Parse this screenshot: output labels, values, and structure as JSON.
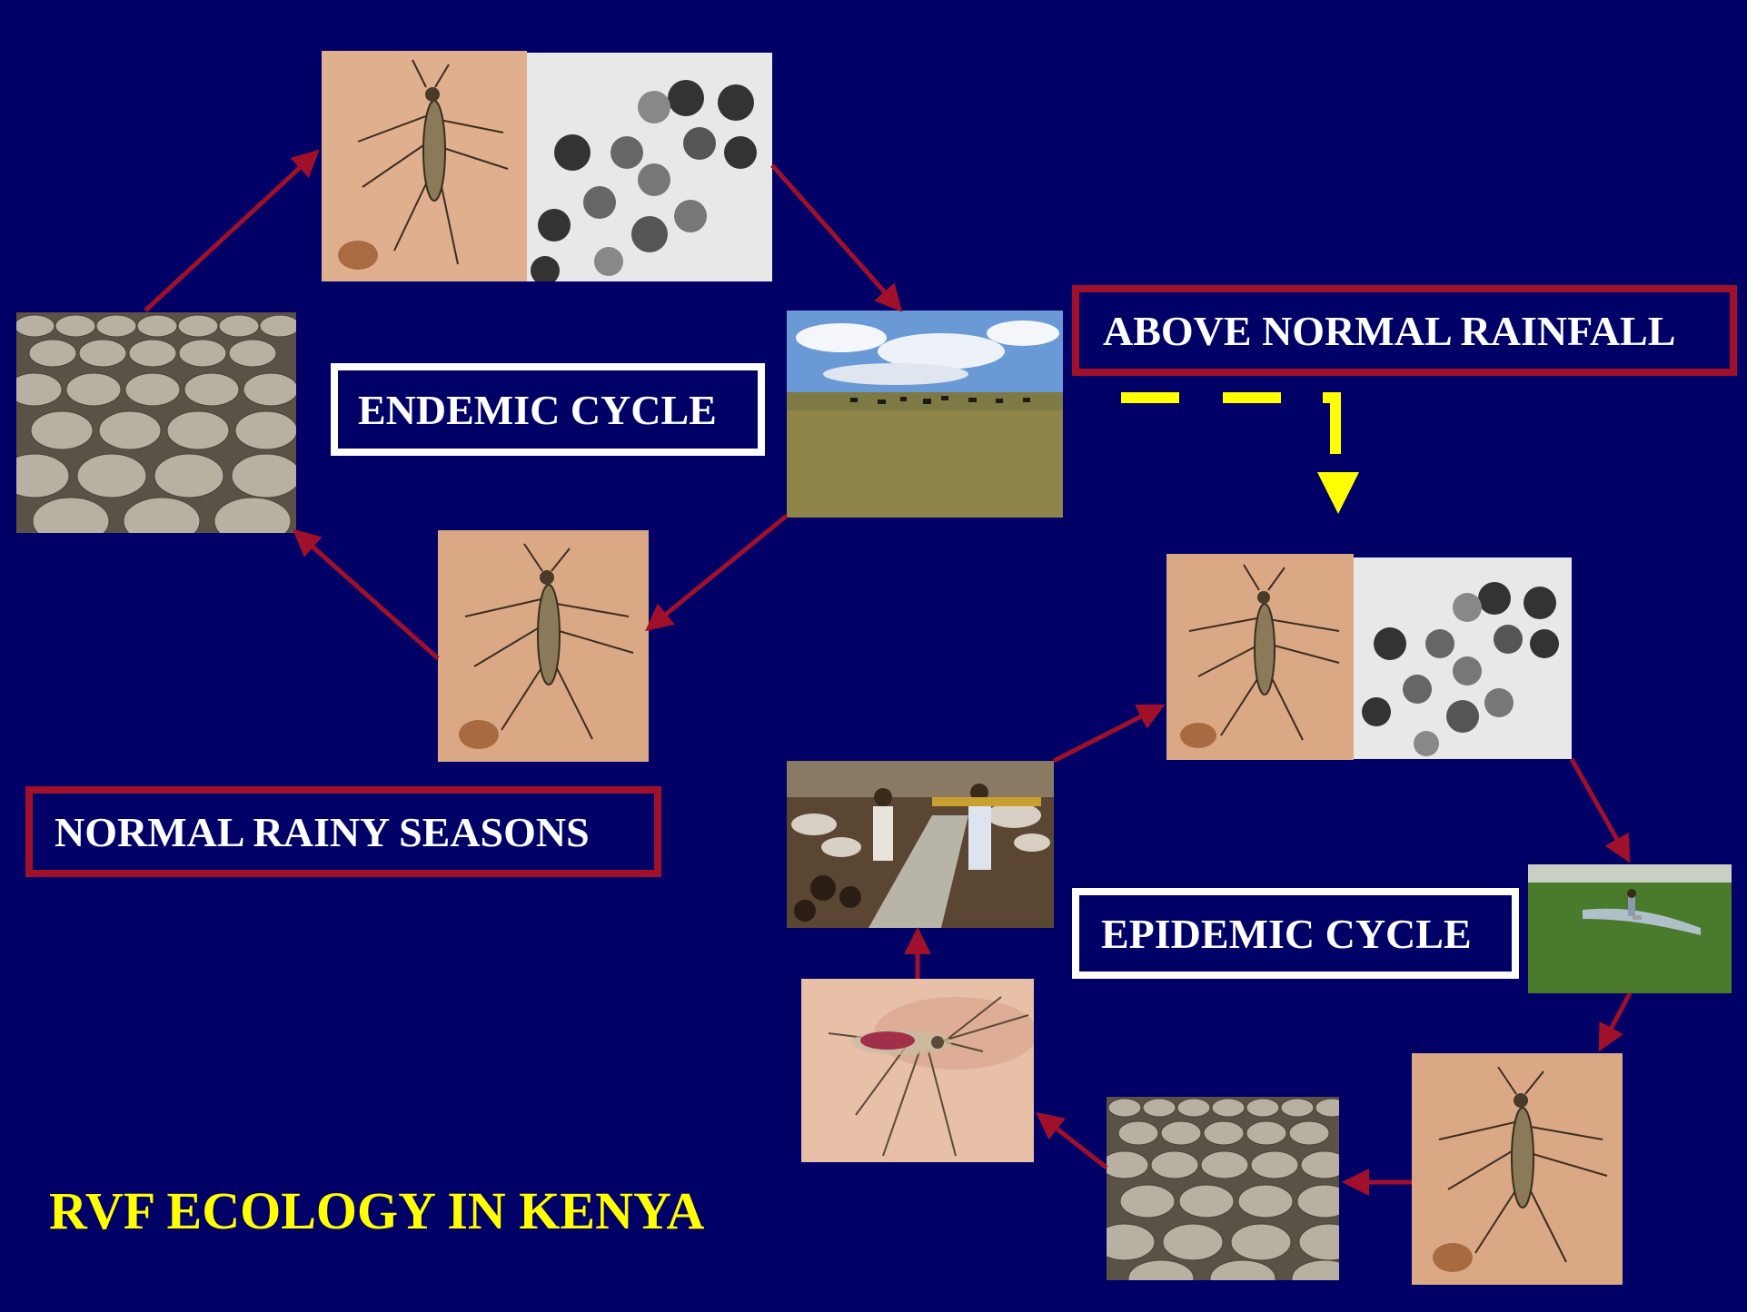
{
  "labels": {
    "endemic_cycle": "ENDEMIC CYCLE",
    "above_normal_rainfall": "ABOVE NORMAL RAINFALL",
    "normal_rainy_seasons": "NORMAL RAINY SEASONS",
    "epidemic_cycle": "EPIDEMIC CYCLE"
  },
  "title": "RVF ECOLOGY IN KENYA",
  "colors": {
    "background": "#000066",
    "arrow": "#a0102a",
    "dashed_arrow": "#ffff00",
    "title": "#ffff00",
    "label_text": "#ffffff"
  },
  "images": {
    "mosquito_photo": "mosquito-on-skin",
    "virus_micrograph": "virus-particles-micrograph",
    "cattle_grassland": "cattle-on-grassland",
    "sheep_flock": "sheep-flock",
    "market_crowd": "livestock-market-crowd",
    "flooded_field": "flooded-field-with-person",
    "feeding_mosquito": "blood-feeding-mosquito"
  }
}
